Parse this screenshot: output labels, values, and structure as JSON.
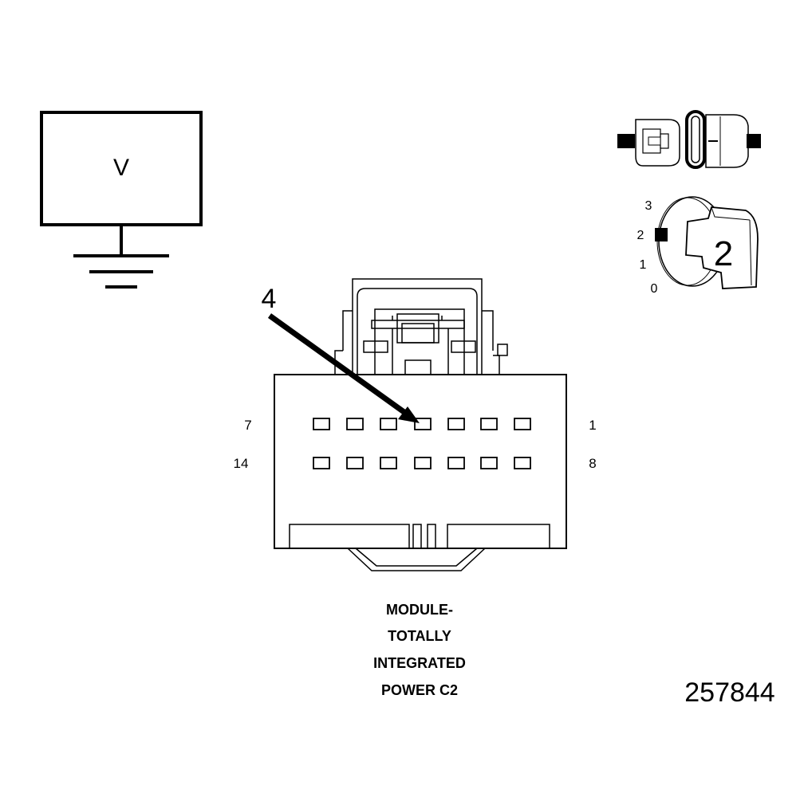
{
  "meter": {
    "symbol": "V"
  },
  "pointer": {
    "pin_number": "4"
  },
  "connector": {
    "row_labels": {
      "top_left": "7",
      "top_right": "1",
      "bottom_left": "14",
      "bottom_right": "8"
    },
    "pins_per_row": 7
  },
  "caption": {
    "lines": [
      "MODULE-",
      "TOTALLY",
      "INTEGRATED",
      "POWER C2"
    ]
  },
  "ignition": {
    "positions": [
      "3",
      "2",
      "1",
      "0"
    ],
    "selected_position": "2",
    "key_label": "2"
  },
  "figure_id": "257844"
}
